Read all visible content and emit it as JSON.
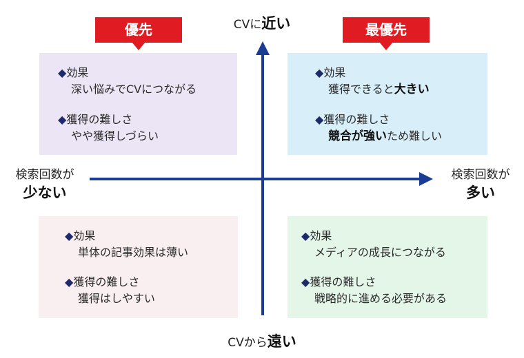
{
  "quadrants": {
    "top_left": {
      "badge": "優先",
      "item1": {
        "head": "効果",
        "detail": "深い悩みでCVにつながる"
      },
      "item2": {
        "head": "獲得の難しさ",
        "detail": "やや獲得しづらい"
      }
    },
    "top_right": {
      "badge": "最優先",
      "item1": {
        "head": "効果",
        "detail_a": "獲得できると",
        "detail_b": "大きい"
      },
      "item2": {
        "head": "獲得の難しさ",
        "detail_a": "競合が強い",
        "detail_b": "ため難しい"
      }
    },
    "bottom_left": {
      "item1": {
        "head": "効果",
        "detail": "単体の記事効果は薄い"
      },
      "item2": {
        "head": "獲得の難しさ",
        "detail": "獲得はしやすい"
      }
    },
    "bottom_right": {
      "item1": {
        "head": "効果",
        "detail": "メディアの成長につながる"
      },
      "item2": {
        "head": "獲得の難しさ",
        "detail": "戦略的に進める必要がある"
      }
    }
  },
  "axes": {
    "top": {
      "prefix": "CVに",
      "emph": "近い"
    },
    "bottom": {
      "prefix": "CVから",
      "emph": "遠い"
    },
    "left": {
      "line1": "検索回数が",
      "line2": "少ない"
    },
    "right": {
      "line1": "検索回数が",
      "line2": "多い"
    }
  },
  "bullet_symbol": "◆",
  "colors": {
    "axis": "#1a3c95",
    "badge": "#e11b22",
    "top_left_bg": "#ece5f6",
    "top_right_bg": "#d8effa",
    "bottom_left_bg": "#f9eef0",
    "bottom_right_bg": "#e4f6e8"
  }
}
